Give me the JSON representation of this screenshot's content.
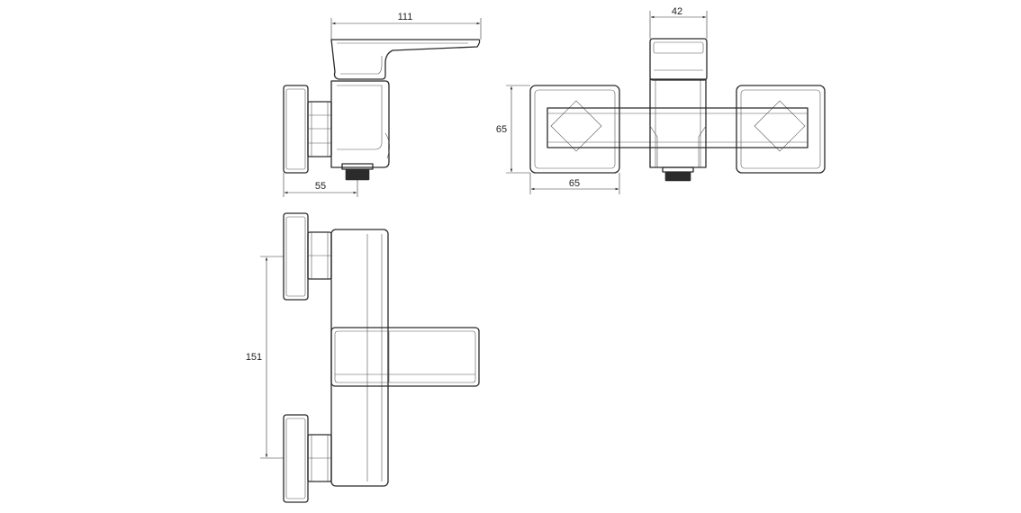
{
  "dimensions": {
    "side_spout_length": "111",
    "side_projection": "55",
    "front_spout_width": "42",
    "front_handle_height": "65",
    "front_handle_width": "65",
    "top_inlet_spacing": "151"
  },
  "colors": {
    "line": "#2a2a2a",
    "background": "#ffffff"
  }
}
